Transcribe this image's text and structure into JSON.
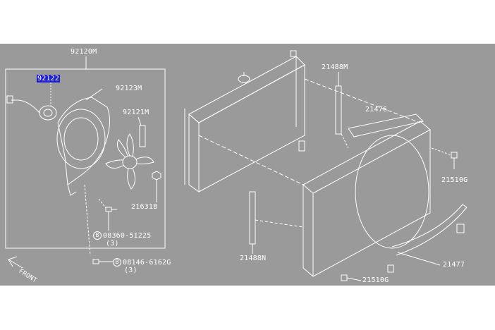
{
  "parts": {
    "assembly": "92120M",
    "motor": "92122",
    "shroud_fan": "92123M",
    "fan_blade": "92121M",
    "nut": "21631B",
    "screw": "08360-51225",
    "screw_qty": "(3)",
    "bolt": "08146-6162G",
    "bolt_qty": "(3)",
    "seal_upper": "21488M",
    "shroud_main": "21476",
    "clip_right": "21510G",
    "seal_lower": "21488N",
    "shroud_lower": "21477",
    "clip_bottom": "21510G"
  },
  "symbols": {
    "b": "B"
  },
  "front_label": "FRONT",
  "colors": {
    "background": "#9a9a9a",
    "line": "#ffffff",
    "highlight": "#1f1fd8"
  }
}
